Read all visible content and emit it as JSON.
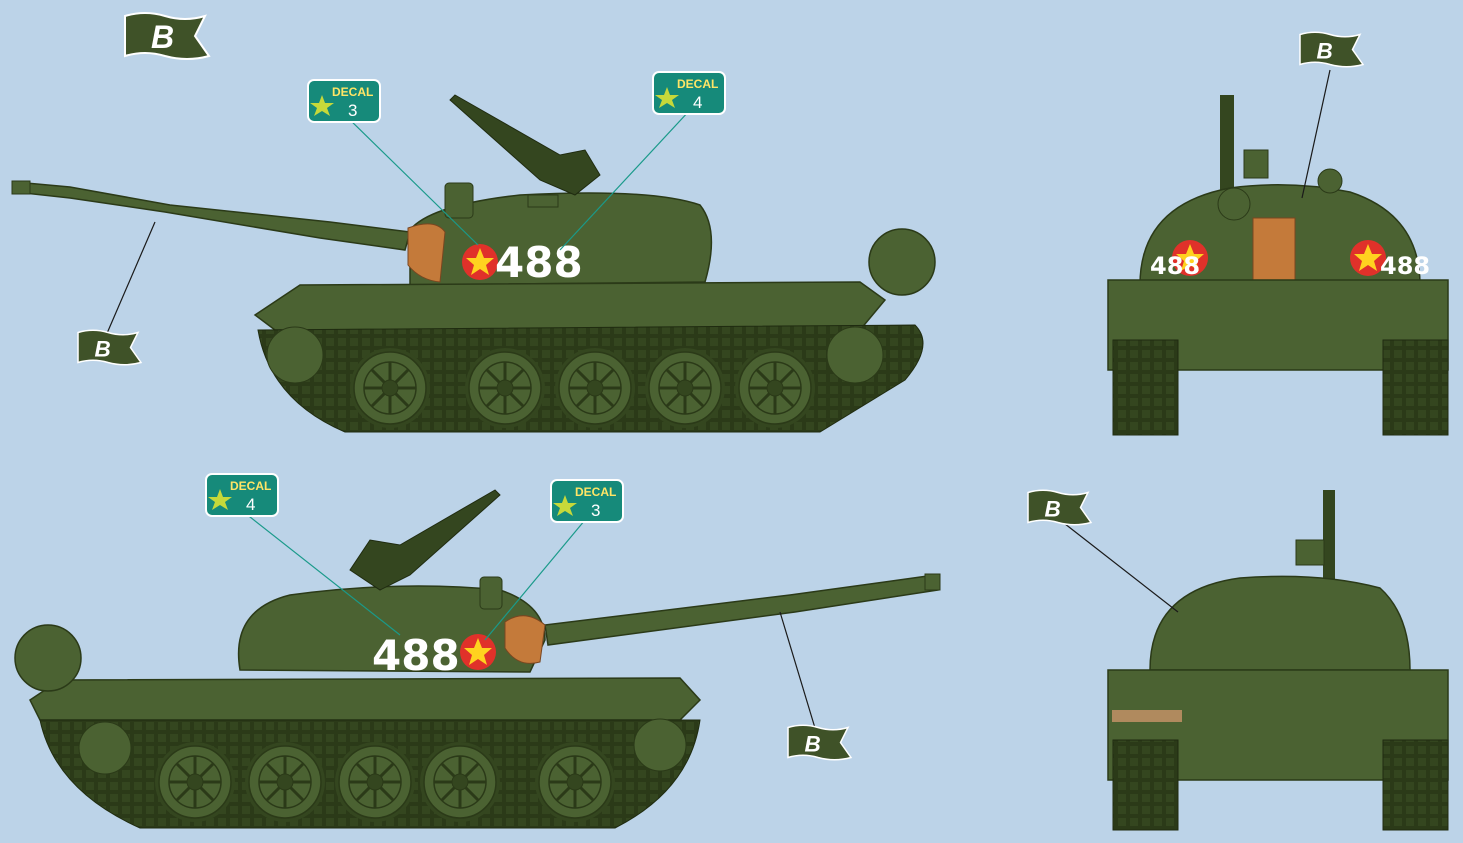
{
  "scheme_marker": "B",
  "colors": {
    "background": "#bcd3e8",
    "tank_olive": "#4b6232",
    "tank_dark": "#34461f",
    "flag_green": "#3f5228",
    "decal_badge": "#168a7a",
    "decal_word": "#ffe566",
    "star_red": "#e0312a",
    "star_yellow": "#ffd21f",
    "mantlet_cover": "#c47a3a"
  },
  "views": {
    "left_side": {
      "hull_number": "488",
      "callouts": [
        {
          "word": "DECAL",
          "number": "3"
        },
        {
          "word": "DECAL",
          "number": "4"
        }
      ],
      "flag": "B"
    },
    "right_side": {
      "hull_number": "488",
      "callouts": [
        {
          "word": "DECAL",
          "number": "4"
        },
        {
          "word": "DECAL",
          "number": "3"
        }
      ],
      "flag": "B"
    },
    "front": {
      "hull_number_left": "488",
      "hull_number_right": "488",
      "flag": "B"
    },
    "rear": {
      "flag": "B"
    }
  }
}
